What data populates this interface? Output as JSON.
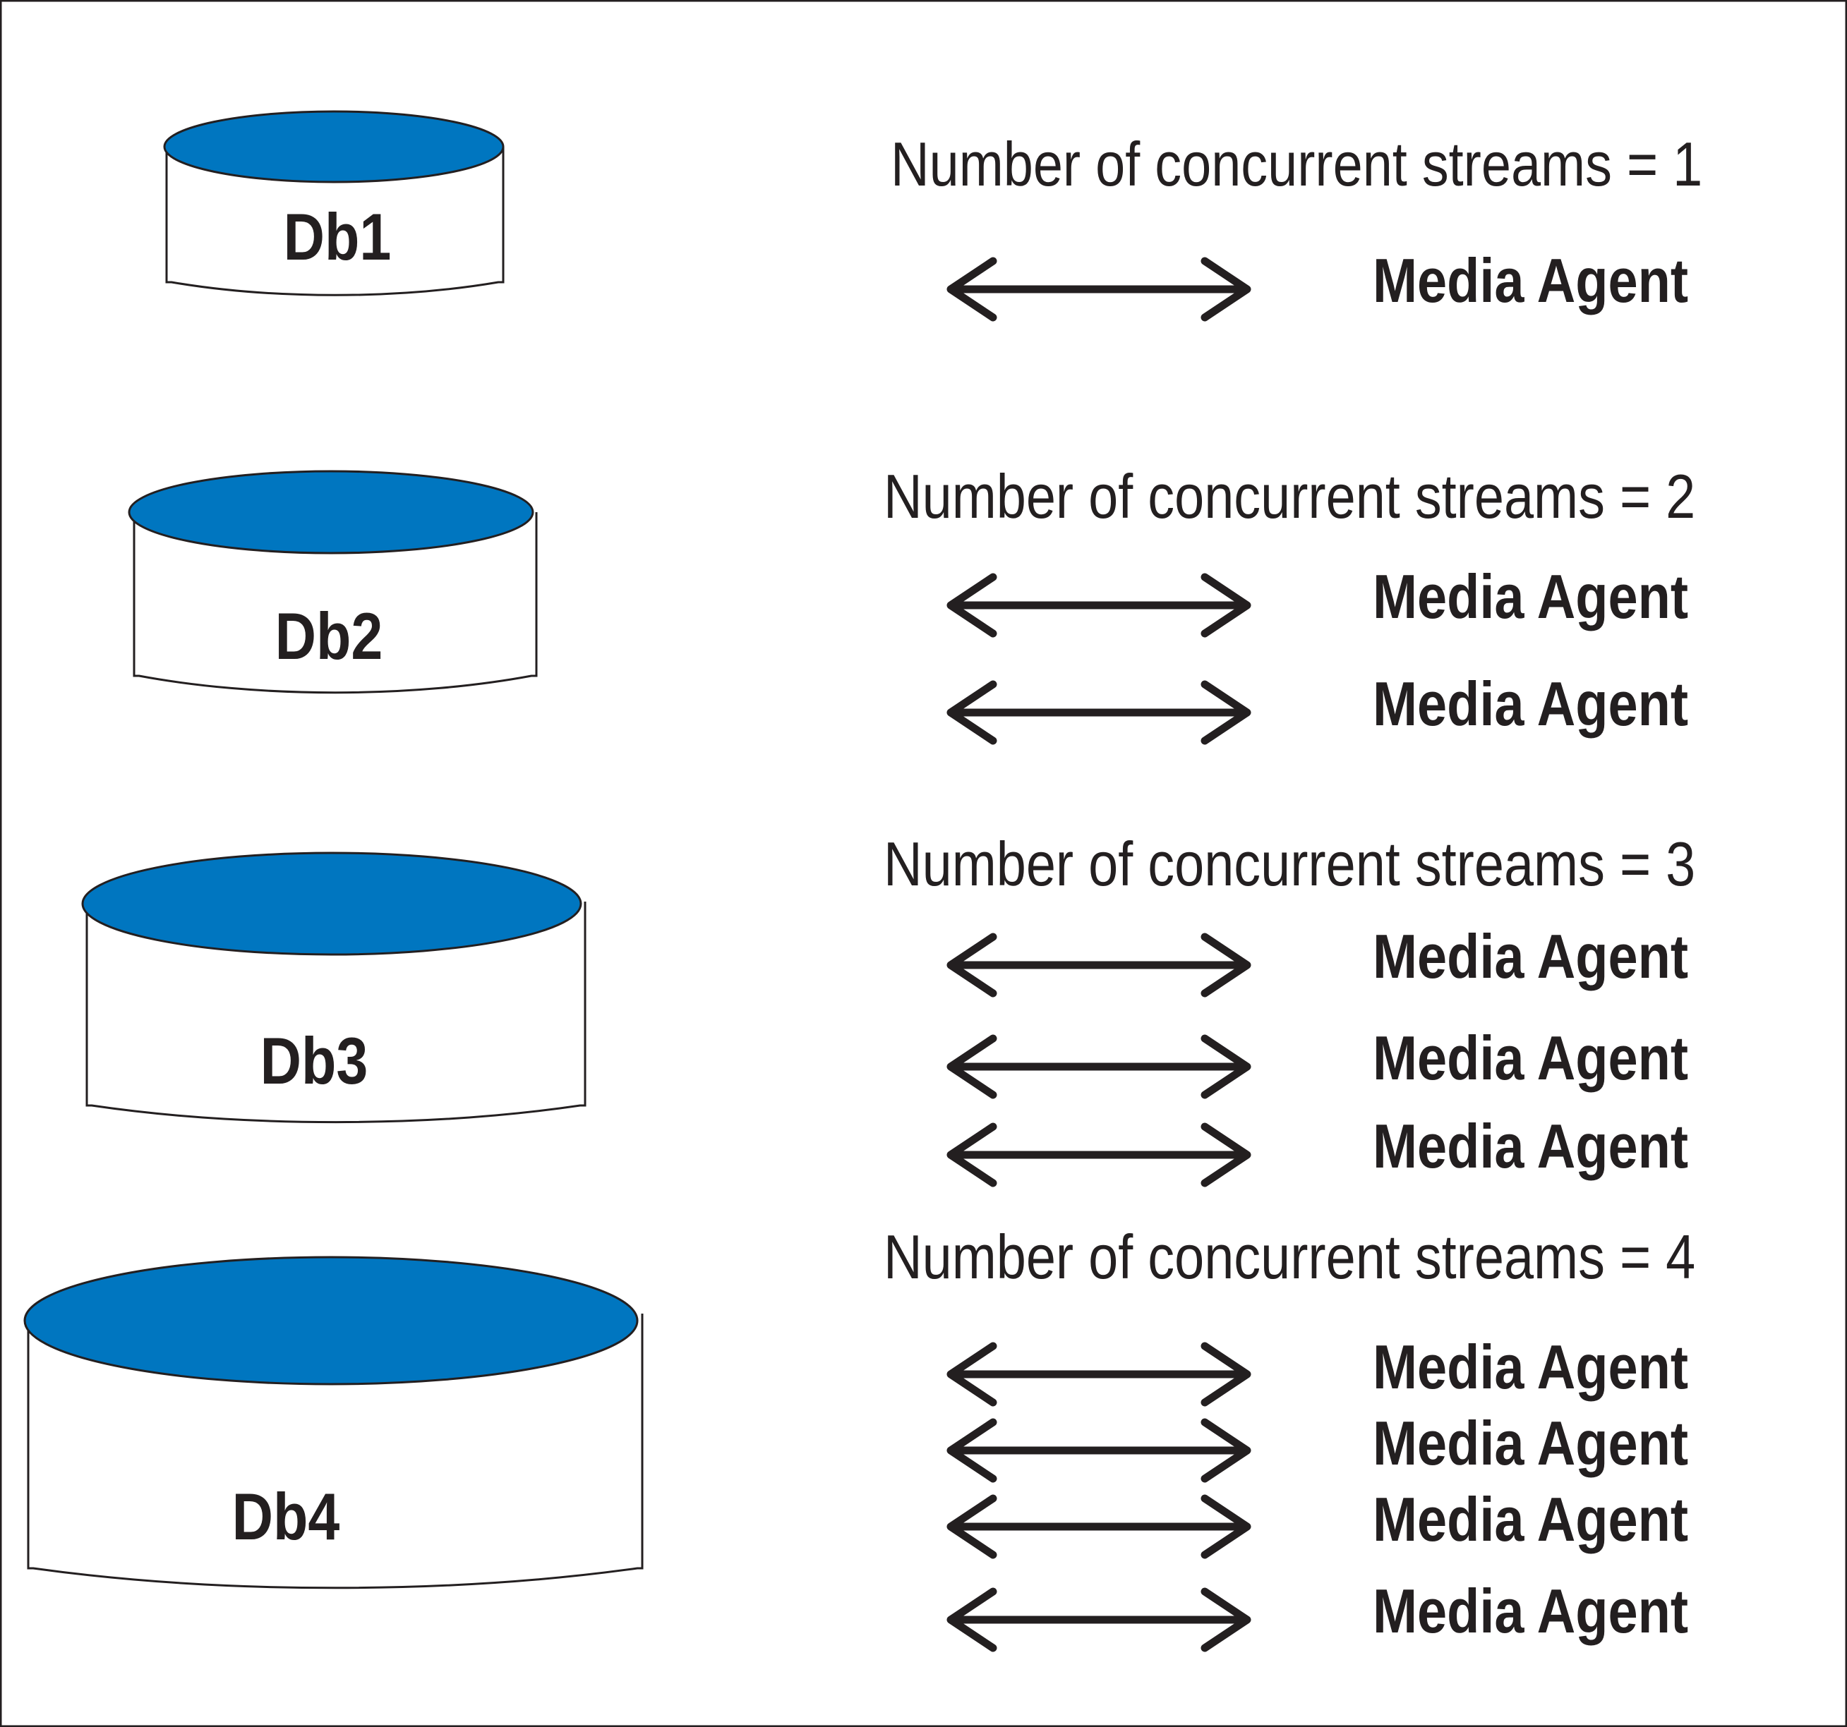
{
  "colors": {
    "disk_top": "#0076c0",
    "ink": "#231f20",
    "frame": "#231f20",
    "background": "#ffffff"
  },
  "groups": [
    {
      "database": "Db1",
      "heading": "Number of  concurrent streams = 1",
      "agents": [
        "Media Agent"
      ]
    },
    {
      "database": "Db2",
      "heading": "Number of  concurrent streams = 2",
      "agents": [
        "Media Agent",
        "Media Agent"
      ]
    },
    {
      "database": "Db3",
      "heading": "Number of  concurrent streams = 3",
      "agents": [
        "Media Agent",
        "Media Agent",
        "Media Agent"
      ]
    },
    {
      "database": "Db4",
      "heading": "Number of  concurrent streams = 4",
      "agents": [
        "Media Agent",
        "Media Agent",
        "Media Agent",
        "Media Agent"
      ]
    }
  ]
}
